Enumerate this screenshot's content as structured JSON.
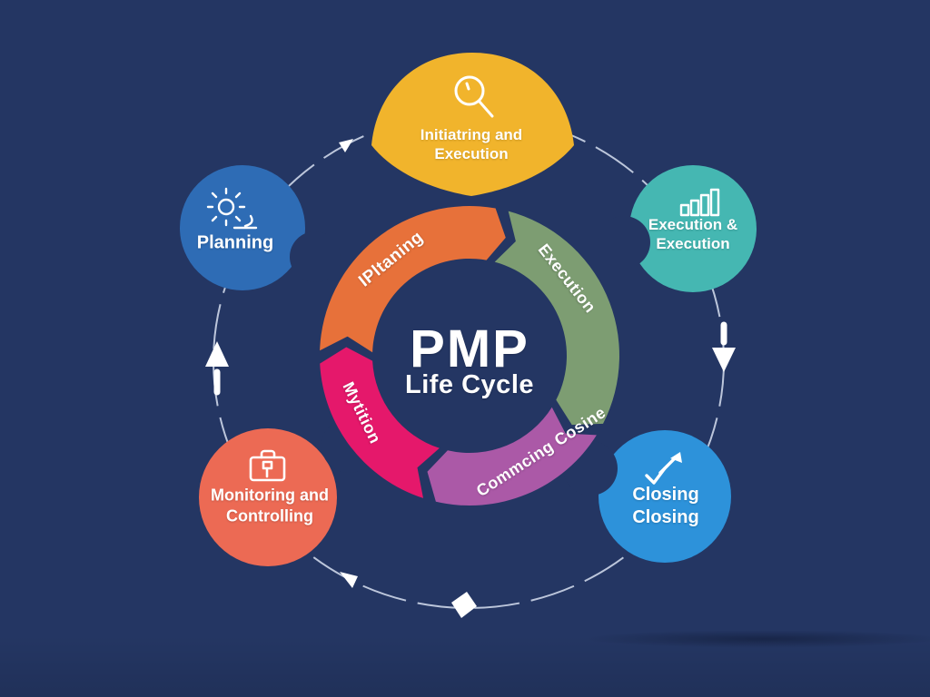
{
  "background": {
    "color": "#243663"
  },
  "connector": {
    "color": "#d7dff0"
  },
  "center": {
    "title": "PMP",
    "subtitle": "Life Cycle"
  },
  "ring": {
    "segments": [
      {
        "id": "planning-segment",
        "label": "IPltaning",
        "color": "#e7713a"
      },
      {
        "id": "execution-segment",
        "label": "Execution",
        "color": "#7d9d72"
      },
      {
        "id": "closing-segment",
        "label": "Commcing Cosine",
        "color": "#ab59a7"
      },
      {
        "id": "monitoring-segment",
        "label": "Mytition",
        "color": "#e5186b"
      }
    ]
  },
  "nodes": [
    {
      "id": "initiating",
      "line1": "Initiatring and",
      "line2": "Execution",
      "color": "#f1b42c",
      "icon": "magnifier-icon"
    },
    {
      "id": "planning",
      "line1": "Planning",
      "line2": "",
      "color": "#2e6cb5",
      "icon": "sun-icon"
    },
    {
      "id": "execution",
      "line1": "Execution &",
      "line2": "Execution",
      "color": "#45b7b2",
      "icon": "bar-chart-icon"
    },
    {
      "id": "monitoring",
      "line1": "Monitoring and",
      "line2": "Controlling",
      "color": "#ec6a54",
      "icon": "briefcase-icon"
    },
    {
      "id": "closing",
      "line1": "Closing",
      "line2": "Closing",
      "color": "#2d92da",
      "icon": "trend-arrow-icon"
    }
  ]
}
